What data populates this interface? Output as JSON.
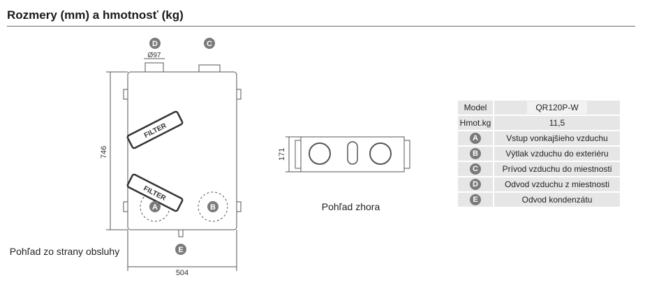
{
  "title": "Rozmery (mm) a hmotnosť (kg)",
  "side_view": {
    "caption": "Pohľad zo strany obsluhy",
    "dim_width": "504",
    "dim_height": "746",
    "dim_duct": "Ø97",
    "filter_label": "FILTER"
  },
  "top_view": {
    "caption": "Pohľad zhora",
    "dim_height": "171"
  },
  "letters": {
    "A": "A",
    "B": "B",
    "C": "C",
    "D": "D",
    "E": "E"
  },
  "spec_table": {
    "model_label": "Model",
    "model_value": "QR120P-W",
    "weight_label": "Hmot.kg",
    "weight_value": "11,5",
    "legend": [
      {
        "letter": "A",
        "text": "Vstup vonkajšieho vzduchu"
      },
      {
        "letter": "B",
        "text": "Výtlak vzduchu do exteriéru"
      },
      {
        "letter": "C",
        "text": "Prívod vzduchu do miestnosti"
      },
      {
        "letter": "D",
        "text": "Odvod vzduchu z miestnosti"
      },
      {
        "letter": "E",
        "text": "Odvod kondenzátu"
      }
    ]
  },
  "colors": {
    "badge": "#7a7a7a",
    "cell": "#e6e6e6",
    "line": "#555555"
  }
}
